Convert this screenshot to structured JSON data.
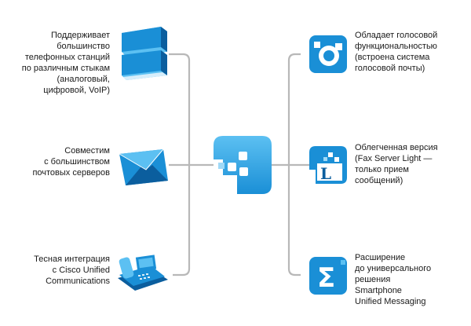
{
  "left_features": [
    {
      "text": "Поддерживает\nбольшинство\nтелефонных станций\nпо различным стыкам\n(аналоговый,\nцифровой, VoIP)",
      "icon": "pbx-server-icon"
    },
    {
      "text": "Совместим\nс большинством\nпочтовых серверов",
      "icon": "envelope-icon"
    },
    {
      "text": "Тесная интеграция\nс Cisco Unified\nCommunications",
      "icon": "ip-phone-icon"
    }
  ],
  "right_features": [
    {
      "text": "Обладает голосовой\nфункциональностью\n(встроена система\nголосовой почты)",
      "icon": "voice-module-icon"
    },
    {
      "text": "Облегченная версия\n(Fax Server Light —\nтолько прием\nсообщений)",
      "icon": "fax-light-icon",
      "glyph": "L"
    },
    {
      "text": "Расширение\nдо универсального\nрешения\nSmartphone\nUnified Messaging",
      "icon": "unified-messaging-icon",
      "glyph": "Σ"
    }
  ],
  "colors": {
    "accent": "#1a8fd6",
    "accent_light": "#5cc0f2",
    "accent_dark": "#0b5e9e",
    "line": "#b8b8b8"
  }
}
